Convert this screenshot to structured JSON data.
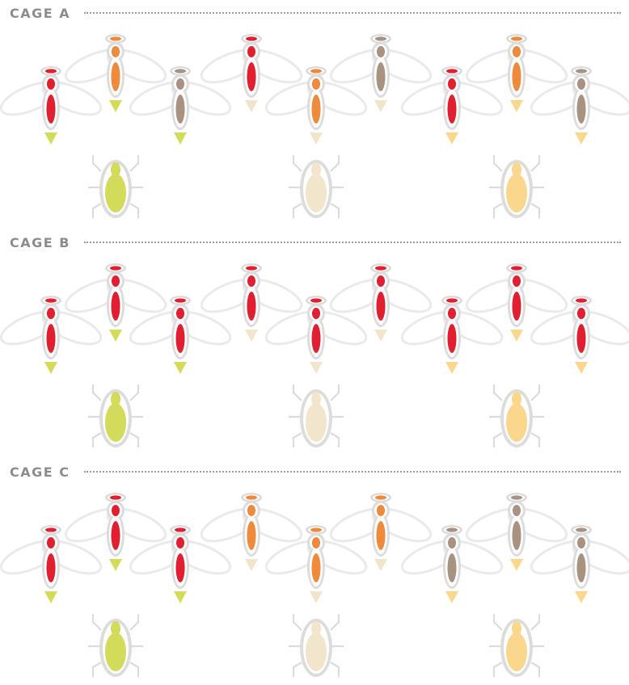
{
  "colors": {
    "red": "#e02030",
    "orange": "#ee8a3c",
    "brown": "#a89282",
    "lime": "#d2dc5a",
    "cream": "#f1e6cc",
    "peach": "#fbd78e",
    "outline": "#dcdcdc",
    "wing": "#eaeaea",
    "label": "#8c8c8c"
  },
  "cages": [
    {
      "label": "CAGE A",
      "flies": [
        "red",
        "orange",
        "brown",
        "red",
        "orange",
        "brown",
        "red",
        "orange",
        "brown"
      ],
      "fly_markers": [
        "lime",
        "lime",
        "lime",
        "cream",
        "cream",
        "cream",
        "peach",
        "peach",
        "peach"
      ],
      "larvae": [
        "lime",
        "cream",
        "peach"
      ]
    },
    {
      "label": "CAGE B",
      "flies": [
        "red",
        "red",
        "red",
        "red",
        "red",
        "red",
        "red",
        "red",
        "red"
      ],
      "fly_markers": [
        "lime",
        "lime",
        "lime",
        "cream",
        "cream",
        "cream",
        "peach",
        "peach",
        "peach"
      ],
      "larvae": [
        "lime",
        "cream",
        "peach"
      ]
    },
    {
      "label": "CAGE C",
      "flies": [
        "red",
        "red",
        "red",
        "orange",
        "orange",
        "orange",
        "brown",
        "brown",
        "brown"
      ],
      "fly_markers": [
        "lime",
        "lime",
        "lime",
        "cream",
        "cream",
        "cream",
        "peach",
        "peach",
        "peach"
      ],
      "larvae": [
        "lime",
        "cream",
        "peach"
      ]
    }
  ]
}
